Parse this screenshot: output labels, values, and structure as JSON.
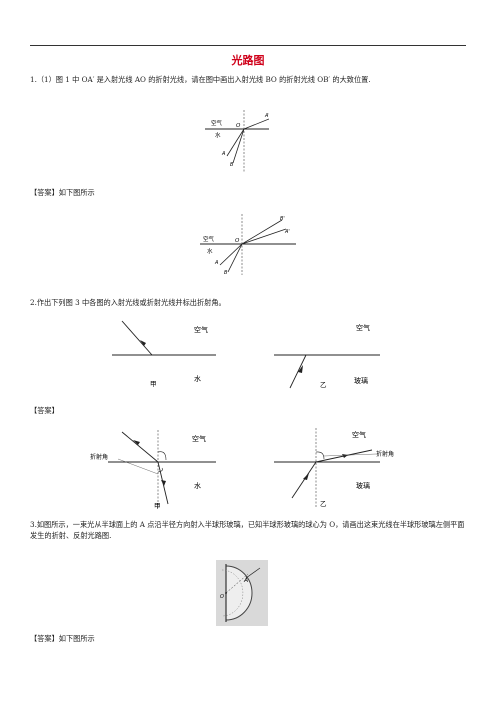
{
  "title": "光路图",
  "q1": {
    "text": "1.（1）图 1 中 OA′ 是入射光线 AO 的折射光线，请在图中画出入射光线 BO 的折射光线 OB′ 的大致位置.",
    "answer": "【答案】如下图所示",
    "fig1": {
      "air": "空气",
      "water": "水",
      "o": "O",
      "a_prime": "A'",
      "a": "A",
      "b": "B"
    },
    "fig2": {
      "air": "空气",
      "water": "水",
      "o": "O",
      "a_prime": "A'",
      "b_prime": "B'",
      "a": "A",
      "b": "B"
    }
  },
  "q2": {
    "text": "2.作出下列图 3 中各图的入射光线或折射光线并标出折射角。",
    "jia": {
      "air": "空气",
      "water": "水",
      "label": "甲"
    },
    "yi": {
      "air": "空气",
      "glass": "玻璃",
      "label": "乙"
    },
    "answer": "【答案】",
    "ans_jia": {
      "air": "空气",
      "water": "水",
      "label": "甲",
      "angle": "折射角"
    },
    "ans_yi": {
      "air": "空气",
      "glass": "玻璃",
      "label": "乙",
      "angle": "折射角"
    }
  },
  "q3": {
    "text": "3.如图所示，一束光从半球面上的 A 点沿半径方向射入半球形玻璃，已知半球形玻璃的球心为 O，请画出这束光线在半球形玻璃左侧平面发生的折射、反射光路图.",
    "fig": {
      "a": "A",
      "o": "O"
    },
    "answer": "【答案】如下图所示"
  }
}
